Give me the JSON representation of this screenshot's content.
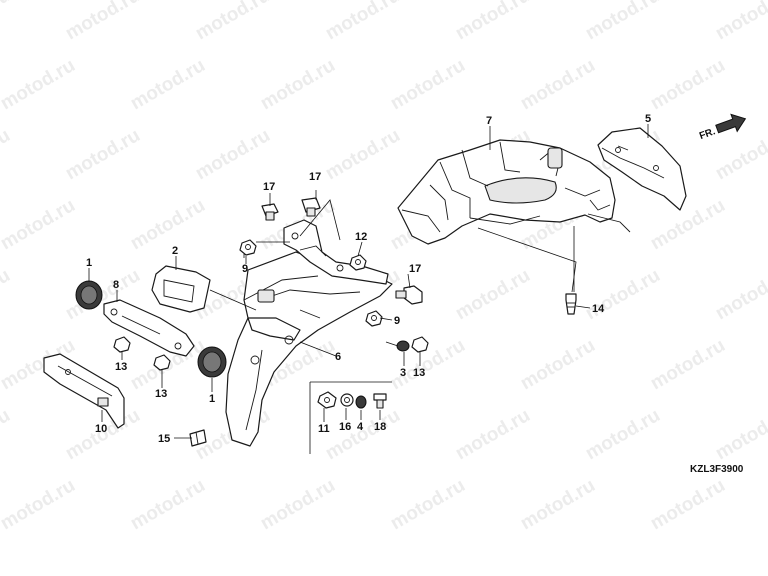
{
  "watermark": "motod.ru",
  "diagram_code": "KZL3F3900",
  "front_indicator": "FR.",
  "callouts": [
    {
      "id": "c1a",
      "label": "1"
    },
    {
      "id": "c1b",
      "label": "1"
    },
    {
      "id": "c2",
      "label": "2"
    },
    {
      "id": "c3",
      "label": "3"
    },
    {
      "id": "c4",
      "label": "4"
    },
    {
      "id": "c5",
      "label": "5"
    },
    {
      "id": "c6",
      "label": "6"
    },
    {
      "id": "c7",
      "label": "7"
    },
    {
      "id": "c8",
      "label": "8"
    },
    {
      "id": "c9a",
      "label": "9"
    },
    {
      "id": "c9b",
      "label": "9"
    },
    {
      "id": "c10",
      "label": "10"
    },
    {
      "id": "c11",
      "label": "11"
    },
    {
      "id": "c12",
      "label": "12"
    },
    {
      "id": "c13a",
      "label": "13"
    },
    {
      "id": "c13b",
      "label": "13"
    },
    {
      "id": "c13c",
      "label": "13"
    },
    {
      "id": "c14",
      "label": "14"
    },
    {
      "id": "c15",
      "label": "15"
    },
    {
      "id": "c16",
      "label": "16"
    },
    {
      "id": "c17a",
      "label": "17"
    },
    {
      "id": "c17b",
      "label": "17"
    },
    {
      "id": "c17c",
      "label": "17"
    },
    {
      "id": "c18",
      "label": "18"
    }
  ]
}
